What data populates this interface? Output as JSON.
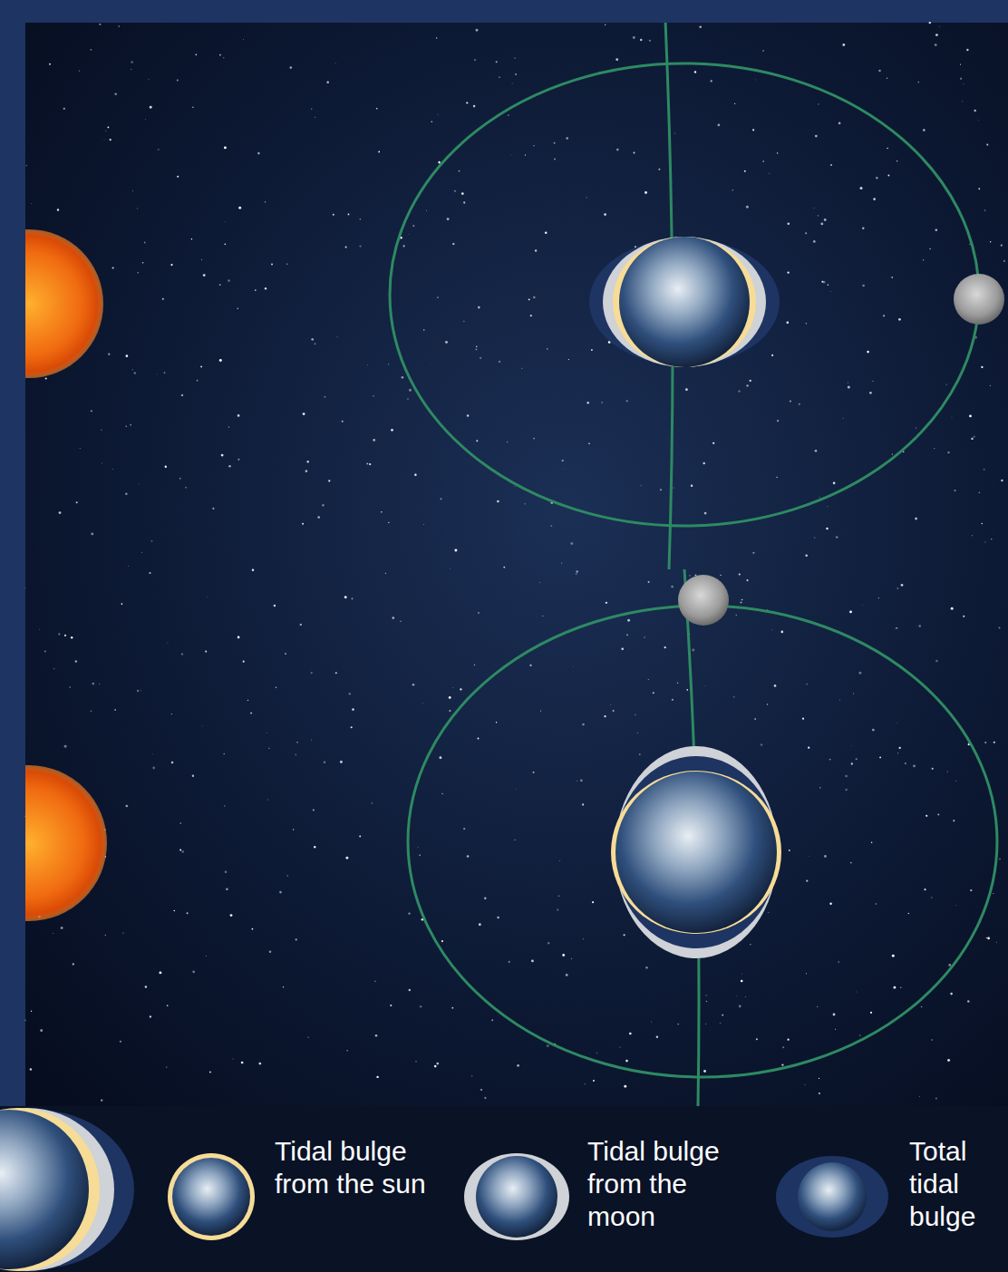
{
  "diagram": {
    "legend": [
      {
        "text": "Tidal bulge from the sun"
      },
      {
        "text": "Tidal bulge from the moon"
      },
      {
        "text": "Total tidal bulge"
      }
    ]
  }
}
